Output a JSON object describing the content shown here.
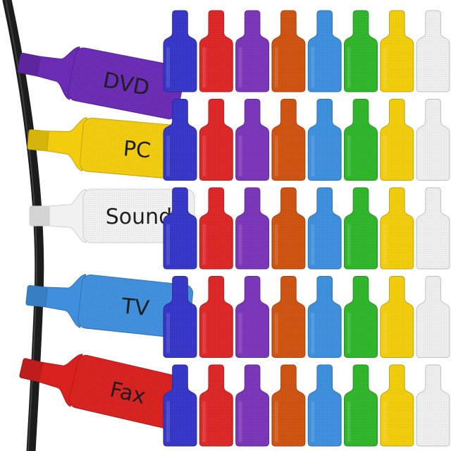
{
  "labeled_tags": [
    {
      "text": "DVD",
      "color": "#6a2bb5"
    },
    {
      "text": "PC",
      "color": "#f2cc0d"
    },
    {
      "text": "Sound",
      "color": "#f1f1f1"
    },
    {
      "text": "TV",
      "color": "#3f8fdc"
    },
    {
      "text": "Fax",
      "color": "#d8211f"
    }
  ],
  "grid": {
    "rows": 5,
    "colors": [
      "#3535c8",
      "#dd2626",
      "#7a35b8",
      "#cf5310",
      "#3d8fdd",
      "#2fb52a",
      "#f2cd0a",
      "#eeeeee"
    ]
  },
  "cable_color": "#1c1c1c"
}
